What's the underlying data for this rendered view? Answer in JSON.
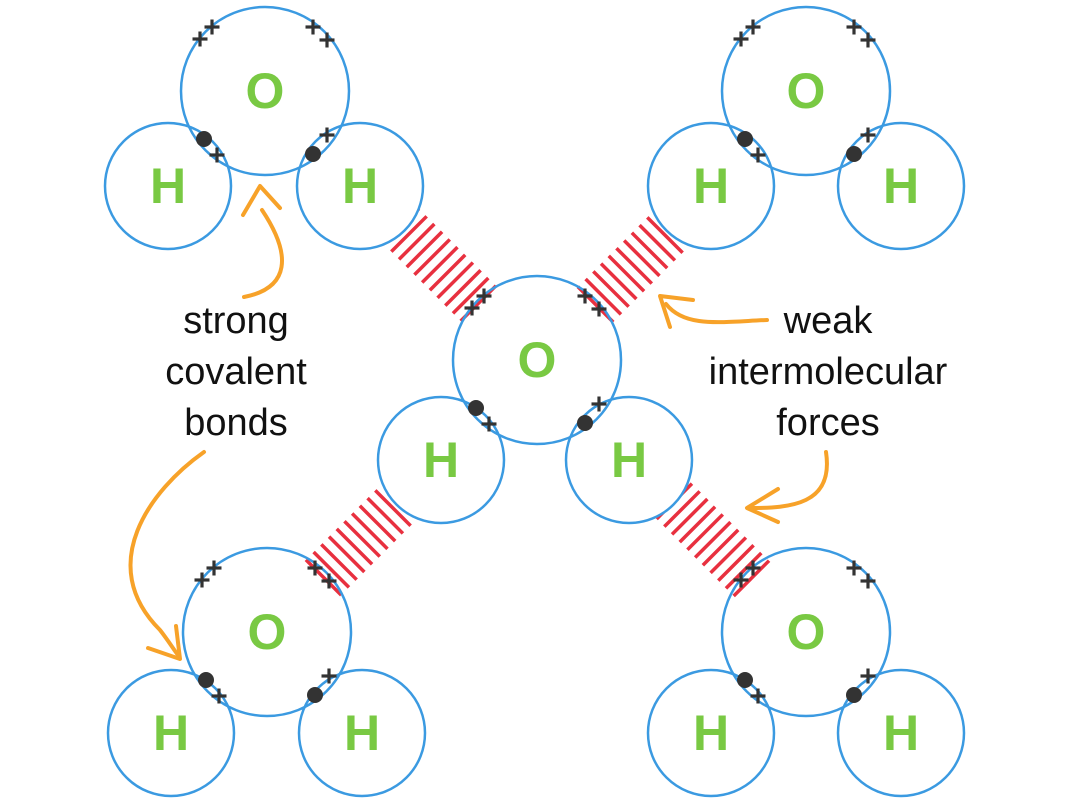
{
  "atoms": {
    "oxygen": "O",
    "hydrogen": "H"
  },
  "labels": {
    "covalent": [
      "strong",
      "covalent",
      "bonds"
    ],
    "intermolecular": [
      "weak",
      "intermolecular",
      "forces"
    ]
  },
  "colors": {
    "atom_outline": "#3b9ae1",
    "atom_letter": "#79c943",
    "hydrogen_bond": "#e8303f",
    "arrow": "#f7a229",
    "electron": "#333333"
  }
}
